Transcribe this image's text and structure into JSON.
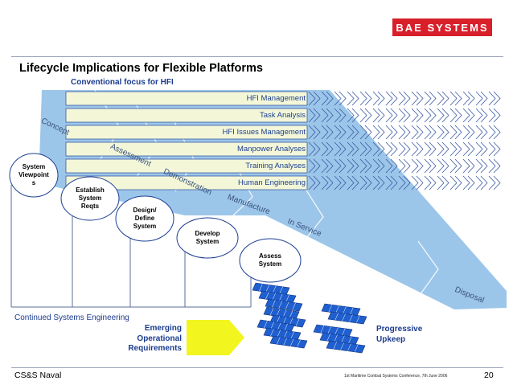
{
  "logo": "BAE SYSTEMS",
  "title": "Lifecycle Implications for Flexible Platforms",
  "conventional_focus": "Conventional focus for HFI",
  "bands": [
    "HFI Management",
    "Task Analysis",
    "HFI Issues Management",
    "Manpower Analyses",
    "Training Analyses",
    "Human Engineering"
  ],
  "phases": [
    "Concept",
    "Assessment",
    "Demonstration",
    "Manufacture",
    "In Service",
    "Disposal"
  ],
  "stages": [
    {
      "lines": [
        "System",
        "Viewpoint",
        "s"
      ]
    },
    {
      "lines": [
        "Establish",
        "System",
        "Reqts"
      ]
    },
    {
      "lines": [
        "Design/",
        "Define",
        "System"
      ]
    },
    {
      "lines": [
        "Develop",
        "System"
      ]
    },
    {
      "lines": [
        "Assess",
        "System"
      ]
    }
  ],
  "continued_se": "Continued Systems Engineering",
  "emerging": [
    "Emerging",
    "Operational",
    "Requirements"
  ],
  "progressive": [
    "Progressive",
    "Upkeep"
  ],
  "footer": {
    "left": "CS&S Naval",
    "middle": "1st Maritime Combat Systems Conference,  7th June 2006",
    "page": "20"
  },
  "colors": {
    "brand_red": "#d8202a",
    "lifecycle_blue": "#9cc6e9",
    "band_fill": "#f3f7d8",
    "arrow_yellow": "#f2f51e",
    "ship_blue": "#1f5fcf",
    "text_blue": "#1b3b8f"
  }
}
